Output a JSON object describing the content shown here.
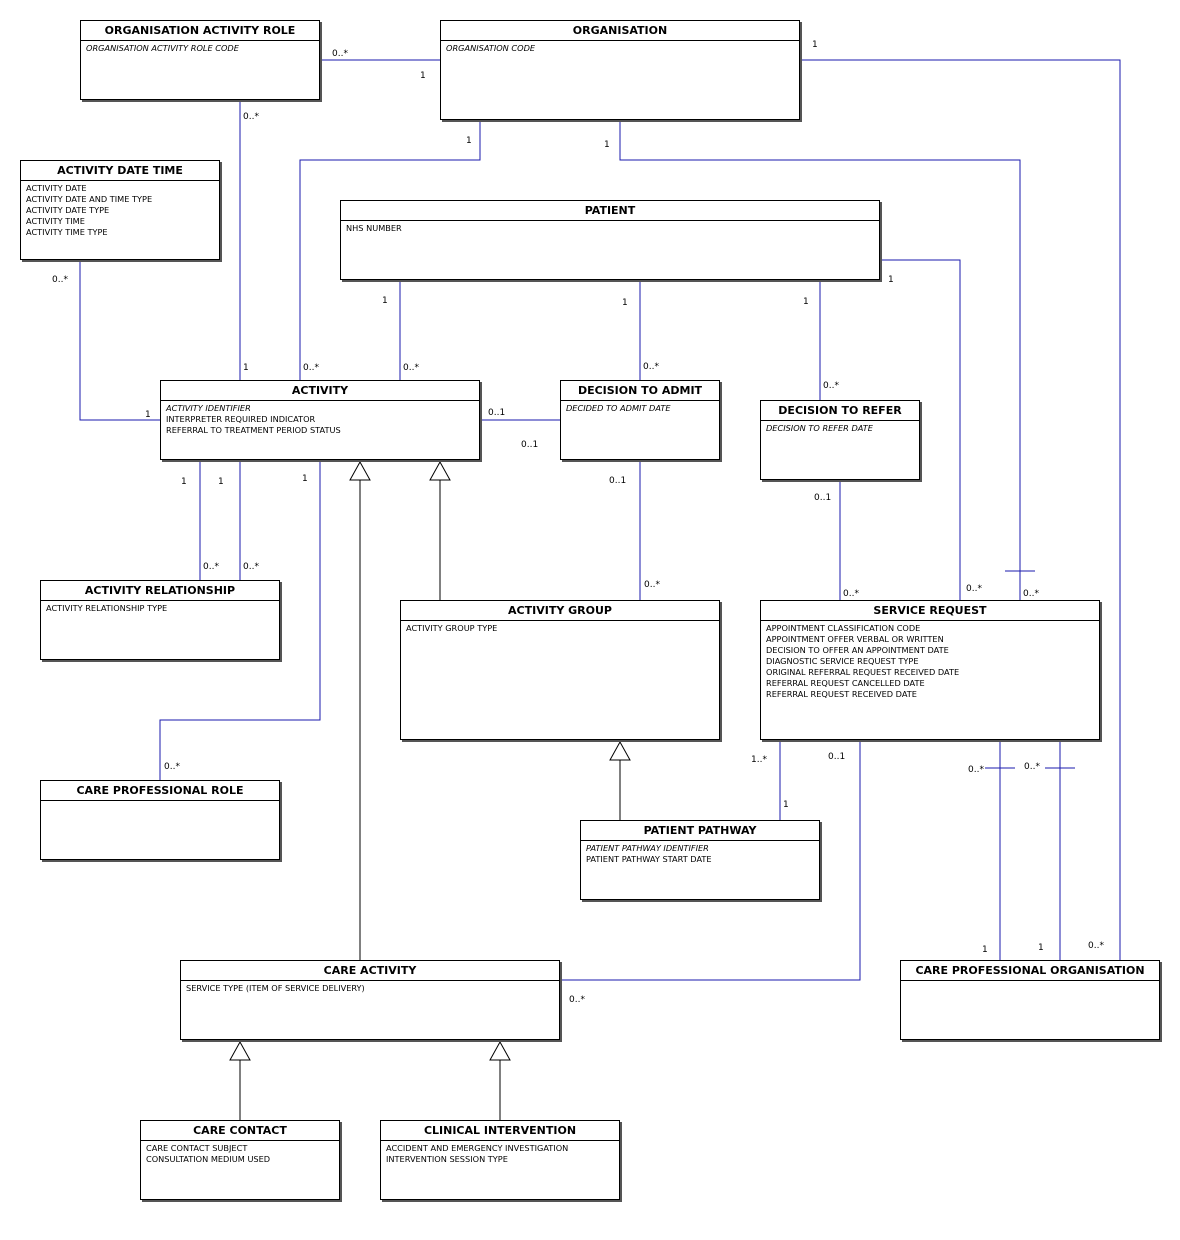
{
  "colors": {
    "connector": "#1a1aad",
    "generalization": "#000000"
  },
  "entities": {
    "organisation_activity_role": {
      "title": "ORGANISATION ACTIVITY ROLE",
      "attributes": [
        {
          "text": "ORGANISATION ACTIVITY ROLE CODE",
          "key": true
        }
      ]
    },
    "organisation": {
      "title": "ORGANISATION",
      "attributes": [
        {
          "text": "ORGANISATION CODE",
          "key": true
        }
      ]
    },
    "activity_date_time": {
      "title": "ACTIVITY DATE TIME",
      "attributes": [
        {
          "text": "ACTIVITY DATE"
        },
        {
          "text": "ACTIVITY DATE AND TIME TYPE"
        },
        {
          "text": "ACTIVITY DATE TYPE"
        },
        {
          "text": "ACTIVITY TIME"
        },
        {
          "text": "ACTIVITY TIME TYPE"
        }
      ]
    },
    "patient": {
      "title": "PATIENT",
      "attributes": [
        {
          "text": "NHS NUMBER"
        }
      ]
    },
    "activity": {
      "title": "ACTIVITY",
      "attributes": [
        {
          "text": "ACTIVITY IDENTIFIER",
          "key": true
        },
        {
          "text": "INTERPRETER REQUIRED INDICATOR"
        },
        {
          "text": "REFERRAL TO TREATMENT PERIOD STATUS"
        }
      ]
    },
    "decision_to_admit": {
      "title": "DECISION TO ADMIT",
      "attributes": [
        {
          "text": "DECIDED TO ADMIT DATE",
          "key": true
        }
      ]
    },
    "decision_to_refer": {
      "title": "DECISION TO REFER",
      "attributes": [
        {
          "text": "DECISION TO REFER DATE",
          "key": true
        }
      ]
    },
    "activity_relationship": {
      "title": "ACTIVITY RELATIONSHIP",
      "attributes": [
        {
          "text": "ACTIVITY RELATIONSHIP TYPE"
        }
      ]
    },
    "activity_group": {
      "title": "ACTIVITY GROUP",
      "attributes": [
        {
          "text": "ACTIVITY GROUP TYPE"
        }
      ]
    },
    "service_request": {
      "title": "SERVICE REQUEST",
      "attributes": [
        {
          "text": "APPOINTMENT CLASSIFICATION CODE"
        },
        {
          "text": "APPOINTMENT OFFER VERBAL OR WRITTEN"
        },
        {
          "text": "DECISION TO OFFER AN APPOINTMENT DATE"
        },
        {
          "text": "DIAGNOSTIC SERVICE REQUEST TYPE"
        },
        {
          "text": "ORIGINAL REFERRAL REQUEST RECEIVED DATE"
        },
        {
          "text": "REFERRAL REQUEST CANCELLED DATE"
        },
        {
          "text": "REFERRAL REQUEST RECEIVED DATE"
        }
      ]
    },
    "care_professional_role": {
      "title": "CARE PROFESSIONAL ROLE",
      "attributes": []
    },
    "patient_pathway": {
      "title": "PATIENT PATHWAY",
      "attributes": [
        {
          "text": "PATIENT PATHWAY IDENTIFIER",
          "key": true
        },
        {
          "text": "PATIENT PATHWAY START DATE"
        }
      ]
    },
    "care_activity": {
      "title": "CARE ACTIVITY",
      "attributes": [
        {
          "text": "SERVICE TYPE (ITEM OF SERVICE DELIVERY)"
        }
      ]
    },
    "care_professional_organisation": {
      "title": "CARE PROFESSIONAL ORGANISATION",
      "attributes": []
    },
    "care_contact": {
      "title": "CARE CONTACT",
      "attributes": [
        {
          "text": "CARE CONTACT SUBJECT"
        },
        {
          "text": "CONSULTATION MEDIUM USED"
        }
      ]
    },
    "clinical_intervention": {
      "title": "CLINICAL INTERVENTION",
      "attributes": [
        {
          "text": "ACCIDENT AND EMERGENCY INVESTIGATION"
        },
        {
          "text": "INTERVENTION SESSION TYPE"
        }
      ]
    }
  },
  "multiplicities": [
    {
      "id": "oar-org-many",
      "text": "0..*"
    },
    {
      "id": "oar-org-one",
      "text": "1"
    },
    {
      "id": "org-spo-one",
      "text": "1"
    },
    {
      "id": "oar-act-many",
      "text": "0..*"
    },
    {
      "id": "oar-act-one",
      "text": "1"
    },
    {
      "id": "org-act-one",
      "text": "1"
    },
    {
      "id": "org-act-many",
      "text": "0..*"
    },
    {
      "id": "org-sr-one",
      "text": "1"
    },
    {
      "id": "adt-act-many",
      "text": "0..*"
    },
    {
      "id": "adt-act-one",
      "text": "1"
    },
    {
      "id": "pat-act-one",
      "text": "1"
    },
    {
      "id": "pat-act-many",
      "text": "0..*"
    },
    {
      "id": "pat-dta-one",
      "text": "1"
    },
    {
      "id": "pat-dta-many",
      "text": "0..*"
    },
    {
      "id": "pat-dtr-one",
      "text": "1"
    },
    {
      "id": "pat-dtr-many",
      "text": "0..*"
    },
    {
      "id": "pat-sr-one",
      "text": "1"
    },
    {
      "id": "pat-sr-many",
      "text": "0..*"
    },
    {
      "id": "act-dta-a",
      "text": "0..1"
    },
    {
      "id": "act-dta-b",
      "text": "0..1"
    },
    {
      "id": "dta-ag-one",
      "text": "0..1"
    },
    {
      "id": "dta-ag-many",
      "text": "0..*"
    },
    {
      "id": "dtr-sr-one",
      "text": "0..1"
    },
    {
      "id": "dtr-sr-many",
      "text": "0..*"
    },
    {
      "id": "org-sr-many",
      "text": "0..*"
    },
    {
      "id": "act-ar-one-a",
      "text": "1"
    },
    {
      "id": "act-ar-one-b",
      "text": "1"
    },
    {
      "id": "act-ar-many-a",
      "text": "0..*"
    },
    {
      "id": "act-ar-many-b",
      "text": "0..*"
    },
    {
      "id": "act-cpr-one",
      "text": "1"
    },
    {
      "id": "act-cpr-many",
      "text": "0..*"
    },
    {
      "id": "sr-pp-many",
      "text": "1..*"
    },
    {
      "id": "sr-pp-one",
      "text": "1"
    },
    {
      "id": "sr-ca-one",
      "text": "0..1"
    },
    {
      "id": "sr-ca-many",
      "text": "0..*"
    },
    {
      "id": "sr-cpo-many-a",
      "text": "0..*"
    },
    {
      "id": "sr-cpo-many-b",
      "text": "0..*"
    },
    {
      "id": "sr-cpo-one-a",
      "text": "1"
    },
    {
      "id": "sr-cpo-one-b",
      "text": "1"
    },
    {
      "id": "org-cpo-many",
      "text": "0..*"
    }
  ]
}
